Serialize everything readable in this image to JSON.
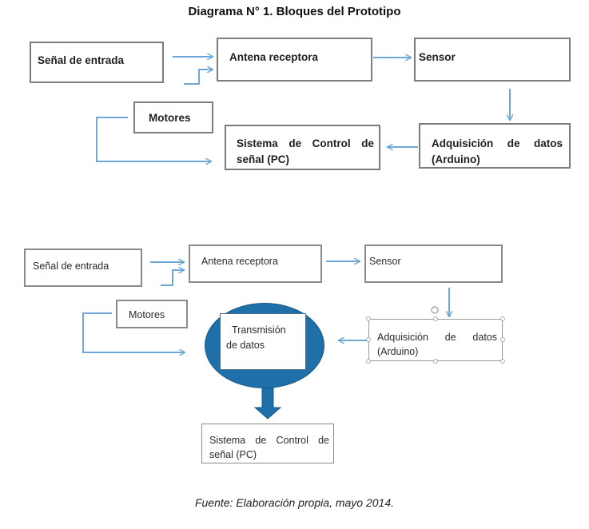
{
  "title": "Diagrama N° 1. Bloques del Prototipo",
  "diagram1": {
    "senal_entrada": "Señal de entrada",
    "antena": "Antena receptora",
    "sensor": "Sensor",
    "motores": "Motores",
    "sistema_line1": "Sistema de Control de",
    "sistema_line2": "señal (PC)",
    "adquisicion_line1": "Adquisición de datos",
    "adquisicion_line2": "(Arduino)"
  },
  "diagram2": {
    "senal_entrada": "Señal de entrada",
    "antena": "Antena receptora",
    "sensor": "Sensor",
    "motores": "Motores",
    "transmision_line1": "Transmisión",
    "transmision_line2": "de datos",
    "adquisicion_line1": "Adquisición de datos",
    "adquisicion_line2": "(Arduino)",
    "sistema_line1": "Sistema de Control de",
    "sistema_line2": "señal (PC)"
  },
  "caption": "Fuente: Elaboración propia, mayo 2014.",
  "colors": {
    "arrow": "#6fa8d6",
    "ellipse": "#1f6fa8",
    "box_border": "#7c7c7c"
  }
}
